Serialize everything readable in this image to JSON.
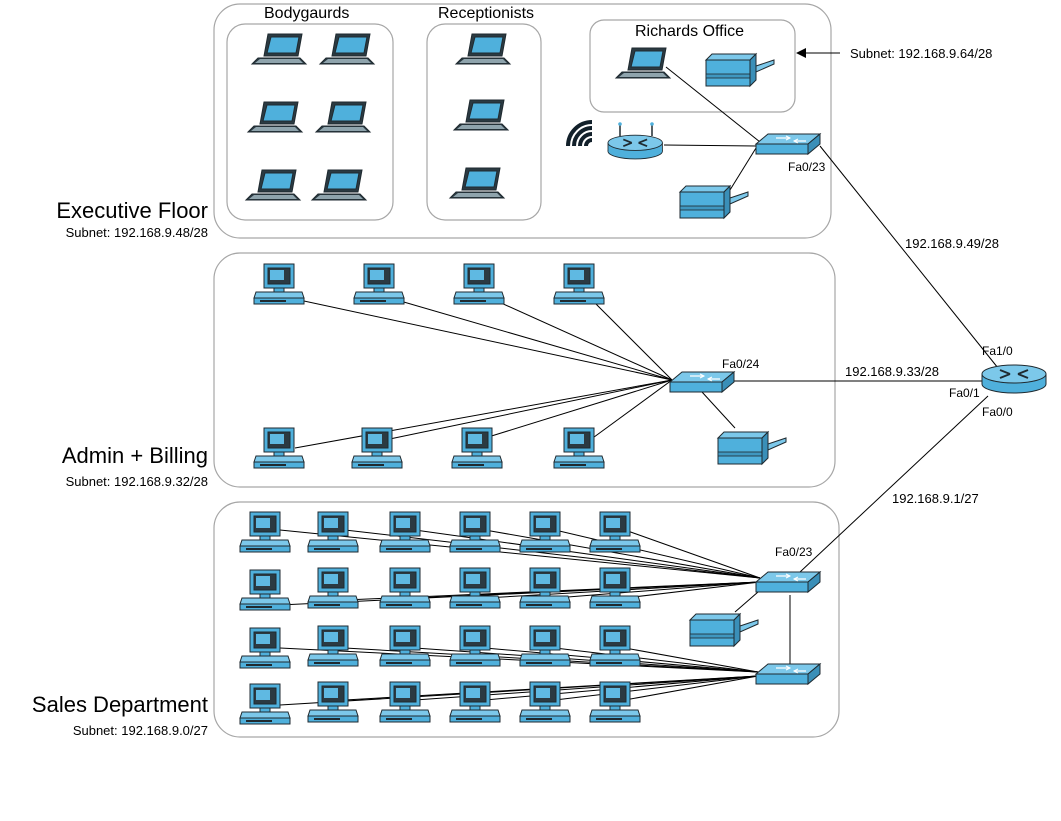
{
  "zones": {
    "executive": {
      "title": "Executive Floor",
      "subnet": "Subnet: 192.168.9.48/28"
    },
    "admin": {
      "title": "Admin + Billing",
      "subnet": "Subnet: 192.168.9.32/28"
    },
    "sales": {
      "title": "Sales Department",
      "subnet": "Subnet: 192.168.9.0/27"
    }
  },
  "groups": {
    "bodyguards": "Bodygaurds",
    "receptionists": "Receptionists",
    "richards_office": "Richards Office"
  },
  "callouts": {
    "richards_subnet": "Subnet: 192.168.9.64/28"
  },
  "links": {
    "exec_router": "192.168.9.49/28",
    "admin_router": "192.168.9.33/28",
    "sales_router": "192.168.9.1/27"
  },
  "ports": {
    "exec_switch": "Fa0/23",
    "admin_switch": "Fa0/24",
    "sales_switch": "Fa0/23",
    "router_exec": "Fa1/0",
    "router_admin": "Fa0/1",
    "router_sales": "Fa0/0"
  },
  "icons": {
    "laptop": "laptop-icon",
    "desktop": "desktop-computer-icon",
    "printer": "printer-icon",
    "switch": "network-switch-icon",
    "router": "router-icon",
    "wireless_router": "wireless-router-icon",
    "wifi": "wifi-signal-icon"
  },
  "colors": {
    "device_fill": "#4fb0dc",
    "device_outline": "#1f2a30",
    "zone_border": "#a6a6a6"
  }
}
